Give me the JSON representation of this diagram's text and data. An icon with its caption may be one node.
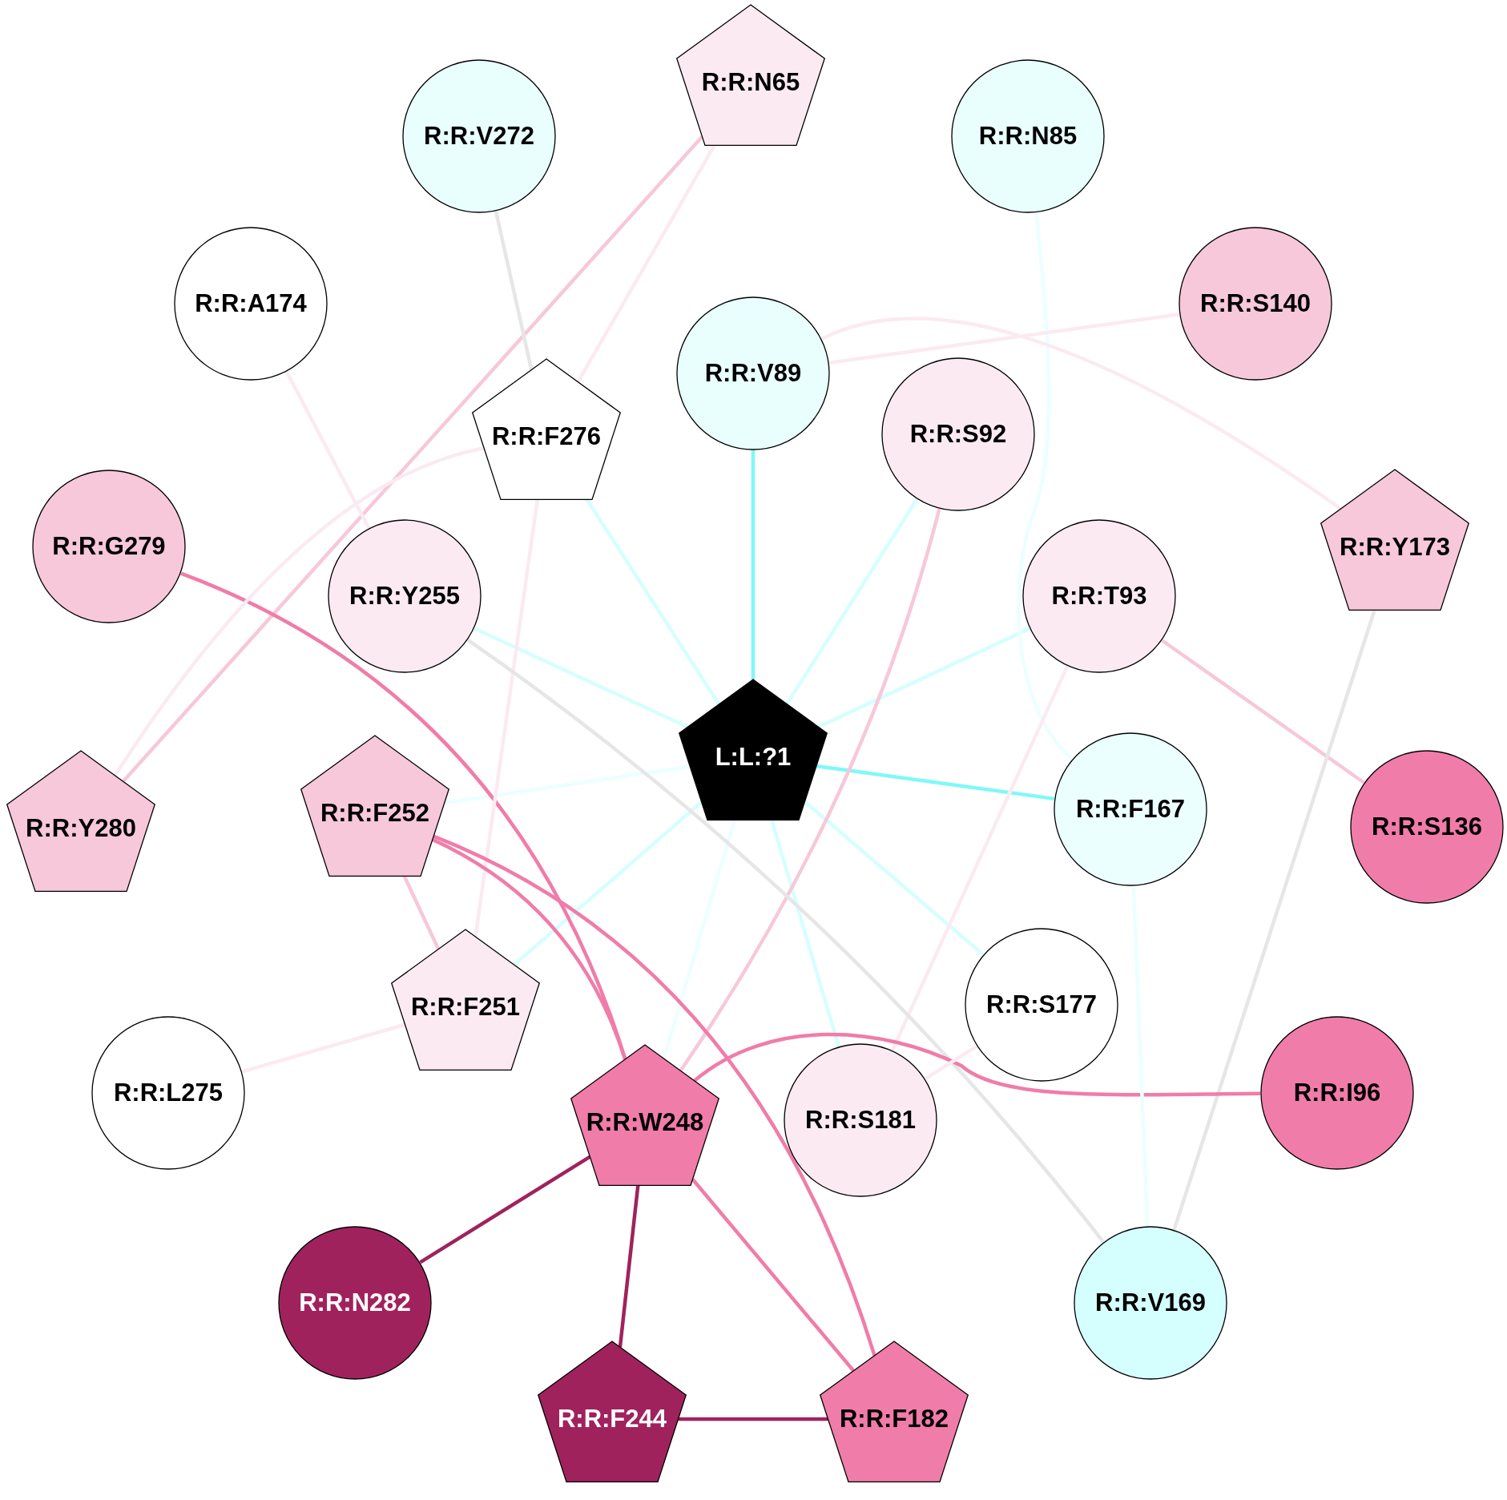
{
  "diagram": {
    "nodes": [
      {
        "text": [
          "R:R:N65"
        ]
      },
      {
        "text": [
          "R:R:V272"
        ]
      },
      {
        "text": [
          "R:R:N85"
        ]
      },
      {
        "text": [
          "R:R:A174"
        ]
      },
      {
        "text": [
          "R:R:S140"
        ]
      },
      {
        "text": [
          "R:R:V89"
        ]
      },
      {
        "text": [
          "R:R:F276"
        ]
      },
      {
        "text": [
          "R:R:S92"
        ]
      },
      {
        "text": [
          "R:R:G279"
        ]
      },
      {
        "text": [
          "R:R:Y173"
        ]
      },
      {
        "text": [
          "R:R:Y255"
        ]
      },
      {
        "text": [
          "R:R:T93"
        ]
      },
      {
        "text": [
          "L:L:?1"
        ]
      },
      {
        "text": [
          "R:R:F252"
        ]
      },
      {
        "text": [
          "R:R:Y280"
        ]
      },
      {
        "text": [
          "R:R:F167"
        ]
      },
      {
        "text": [
          "R:R:S136"
        ]
      },
      {
        "text": [
          "R:R:F251"
        ]
      },
      {
        "text": [
          "R:R:S177"
        ]
      },
      {
        "text": [
          "R:R:L275"
        ]
      },
      {
        "text": [
          "R:R:I96"
        ]
      },
      {
        "text": [
          "R:R:W248"
        ]
      },
      {
        "text": [
          "R:R:S181"
        ]
      },
      {
        "text": [
          "R:R:N282"
        ]
      },
      {
        "text": [
          "R:R:V169"
        ]
      },
      {
        "text": [
          "R:R:F244"
        ]
      },
      {
        "text": [
          "R:R:F182"
        ]
      }
    ],
    "edges": [
      {
        "from": 12,
        "to": 5,
        "arrow": "none",
        "color": "#80f8f8"
      },
      {
        "from": 12,
        "to": 7,
        "arrow": "none",
        "color": "#d5fffe"
      },
      {
        "from": 12,
        "to": 11,
        "arrow": "none",
        "color": "#d5fffe"
      },
      {
        "from": 12,
        "to": 15,
        "arrow": "none",
        "color": "#80f8f8"
      },
      {
        "from": 12,
        "to": 18,
        "arrow": "none",
        "color": "#d5fffe"
      },
      {
        "from": 12,
        "to": 22,
        "arrow": "none",
        "color": "#d5fffe"
      },
      {
        "from": 12,
        "to": 21,
        "arrow": "none",
        "color": "#ebfffe"
      },
      {
        "from": 12,
        "to": 17,
        "arrow": "none",
        "color": "#d5fffe"
      },
      {
        "from": 12,
        "to": 13,
        "arrow": "none",
        "color": "#ebfffe"
      },
      {
        "from": 12,
        "to": 10,
        "arrow": "none",
        "color": "#d5fffe"
      },
      {
        "from": 12,
        "to": 6,
        "arrow": "none",
        "color": "#d5fffe"
      },
      {
        "from": 0,
        "to": 14,
        "arrow": "none",
        "color": "#f7c7da"
      },
      {
        "from": 0,
        "to": 6,
        "arrow": "none"
      },
      {
        "from": 1,
        "to": 6,
        "arrow": "none",
        "color": "#e6e6e6"
      },
      {
        "from": 2,
        "to": 15,
        "arrow": "none",
        "color": "#ebfffe"
      },
      {
        "from": 3,
        "to": 10,
        "arrow": "none"
      },
      {
        "from": 4,
        "to": 5,
        "arrow": "none"
      },
      {
        "from": 5,
        "to": 9,
        "arrow": "none"
      },
      {
        "from": 7,
        "to": 21,
        "arrow": "none",
        "color": "#f7c7da"
      },
      {
        "from": 11,
        "to": 16,
        "arrow": "none",
        "color": "#f7c7da"
      },
      {
        "from": 11,
        "to": 22,
        "arrow": "none"
      },
      {
        "from": 9,
        "to": 24,
        "arrow": "none",
        "color": "#e6e6e6"
      },
      {
        "from": 8,
        "to": 21,
        "arrow": "none",
        "color": "#f07ca9"
      },
      {
        "from": 6,
        "to": 14,
        "arrow": "none"
      },
      {
        "from": 6,
        "to": 17,
        "arrow": "none"
      },
      {
        "from": 10,
        "to": 24,
        "arrow": "none",
        "color": "#e6e6e6"
      },
      {
        "from": 13,
        "to": 17,
        "arrow": "none",
        "color": "#f7c7da"
      },
      {
        "from": 13,
        "to": 21,
        "arrow": "none",
        "color": "#f07ca9"
      },
      {
        "from": 13,
        "to": 26,
        "arrow": "none",
        "color": "#f07ca9"
      },
      {
        "from": 21,
        "to": 20,
        "arrow": "none",
        "color": "#f07ca9"
      },
      {
        "from": 21,
        "to": 23,
        "arrow": "none",
        "color": "#a0225d"
      },
      {
        "from": 21,
        "to": 25,
        "arrow": "none",
        "color": "#a0225d"
      },
      {
        "from": 21,
        "to": 26,
        "arrow": "none",
        "color": "#f07ca9"
      },
      {
        "from": 25,
        "to": 26,
        "arrow": "none",
        "color": "#a0225d"
      },
      {
        "from": 17,
        "to": 19,
        "arrow": "none"
      },
      {
        "from": 15,
        "to": 24,
        "arrow": "none",
        "color": "#ebfffe"
      },
      {
        "from": 18,
        "to": 22,
        "arrow": "none"
      }
    ]
  }
}
